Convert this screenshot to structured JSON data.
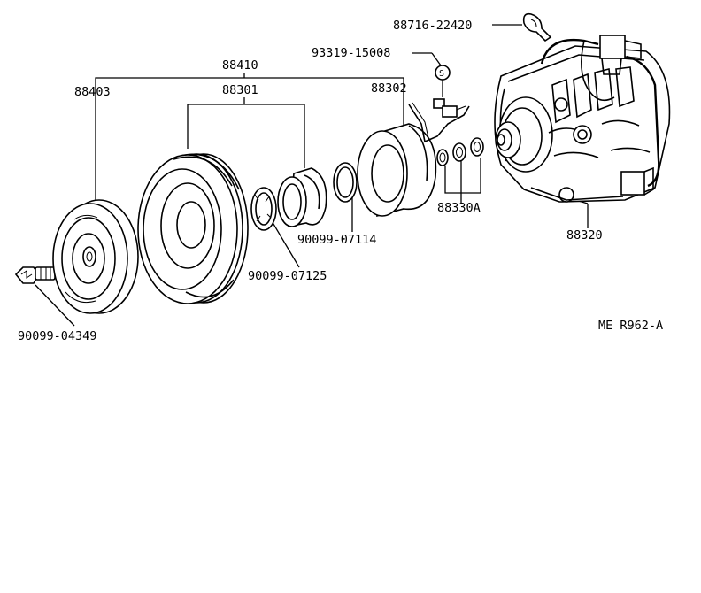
{
  "labels": {
    "p88716": "88716-22420",
    "p93319": "93319-15008",
    "p88410": "88410",
    "p88403": "88403",
    "p88301": "88301",
    "p88302": "88302",
    "p88330a": "88330A",
    "p88320": "88320",
    "p90099_07114": "90099-07114",
    "p90099_07125": "90099-07125",
    "p90099_04349": "90099-04349",
    "ref": "ME R962-A",
    "s_mark": "S"
  }
}
